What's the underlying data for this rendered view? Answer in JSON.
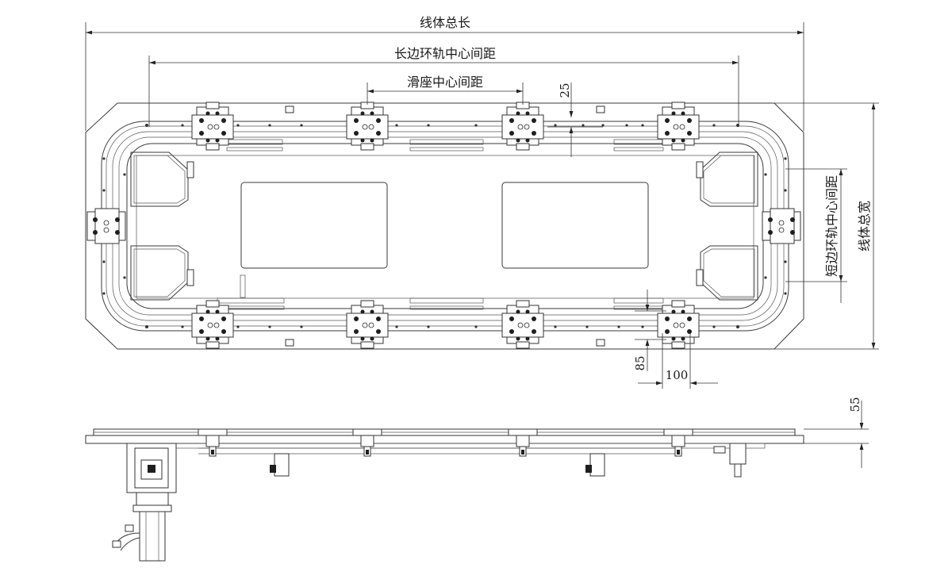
{
  "dimensions": {
    "total_length": "线体总长",
    "long_side_center_distance": "长边环轨中心间距",
    "slider_center_distance": "滑座中心间距",
    "short_side_center_distance": "短边环轨中心间距",
    "total_width": "线体总宽",
    "value_25": "25",
    "value_85": "85",
    "value_100": "100",
    "value_55": "55"
  },
  "colors": {
    "line": "#3a3a3a",
    "fill_dark": "#1e1e1e",
    "background": "#ffffff"
  }
}
